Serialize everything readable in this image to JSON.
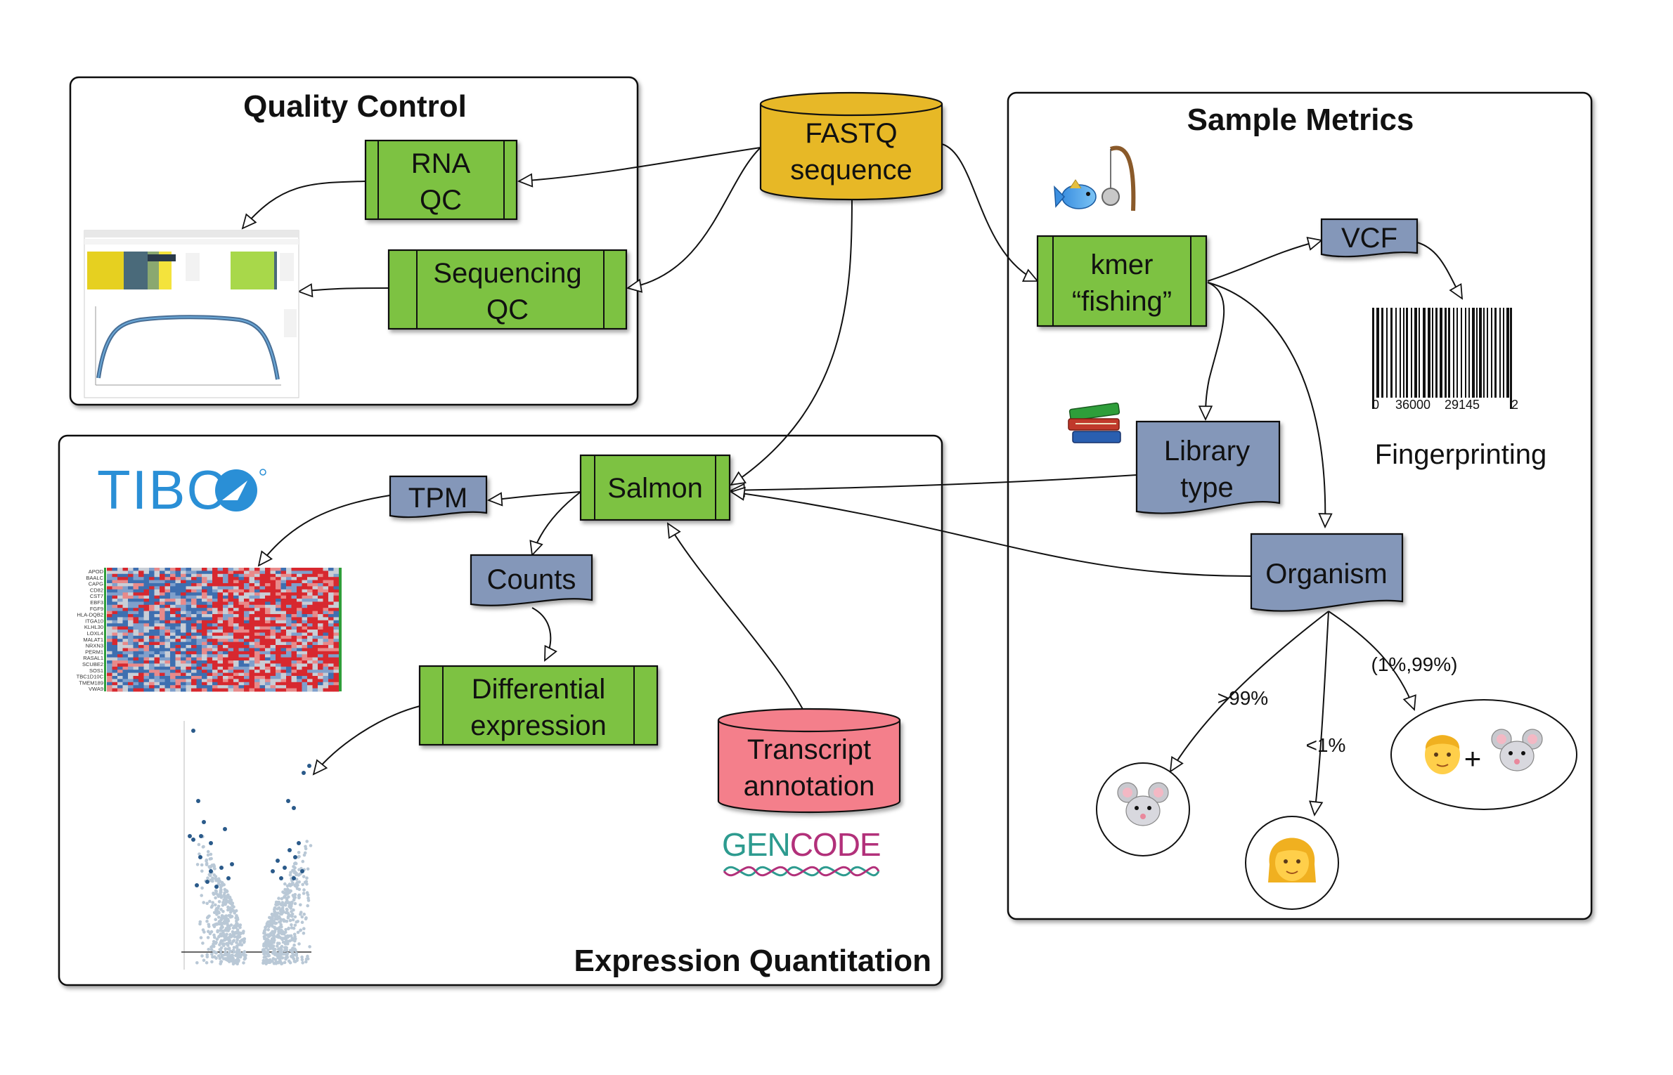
{
  "panels": {
    "quality_control": "Quality Control",
    "sample_metrics": "Sample Metrics",
    "expression_quantitation": "Expression Quantitation"
  },
  "nodes": {
    "fastq_line1": "FASTQ",
    "fastq_line2": "sequence",
    "rna_qc_line1": "RNA",
    "rna_qc_line2": "QC",
    "seq_qc_line1": "Sequencing",
    "seq_qc_line2": "QC",
    "kmer_line1": "kmer",
    "kmer_line2": "“fishing”",
    "vcf": "VCF",
    "library_line1": "Library",
    "library_line2": "type",
    "organism": "Organism",
    "salmon": "Salmon",
    "tpm": "TPM",
    "counts": "Counts",
    "diff_line1": "Differential",
    "diff_line2": "expression",
    "transcript_line1": "Transcript",
    "transcript_line2": "annotation"
  },
  "labels": {
    "fingerprinting": "Fingerprinting",
    "barcode_digits": [
      "0",
      "36000",
      "29145",
      "2"
    ],
    "gt99": ">99%",
    "lt1": "<1%",
    "range": "(1%,99%)",
    "plus": "+",
    "tibco": "TIBC",
    "gencode": "GENCODE"
  },
  "heatmap_genes": [
    "APOD",
    "BAALC",
    "CAPG",
    "CD82",
    "CST7",
    "EBF3",
    "FGF9",
    "HLA-DQB2",
    "ITGA10",
    "KLHL30",
    "LOXL4",
    "MALAT1",
    "NRXN3",
    "PERM1",
    "RASAL1",
    "SCUBE2",
    "SOS1",
    "TBC1D10C",
    "TMEM189",
    "VWA9"
  ],
  "icons": [
    "fish-icon",
    "fishing-rod-icon",
    "books-icon",
    "mouse-face-icon",
    "woman-face-icon",
    "man-face-icon",
    "barcode-icon",
    "tibco-logo",
    "gencode-logo",
    "dna-helix-icon"
  ],
  "colors": {
    "green_node": "#7dc242",
    "blue_node": "#8497b9",
    "yellow_db": "#e7b828",
    "red_db": "#f47f8b",
    "tibco_blue": "#2a8fd6",
    "gencode_teal": "#2d9b8f",
    "gencode_magenta": "#b2307a"
  }
}
